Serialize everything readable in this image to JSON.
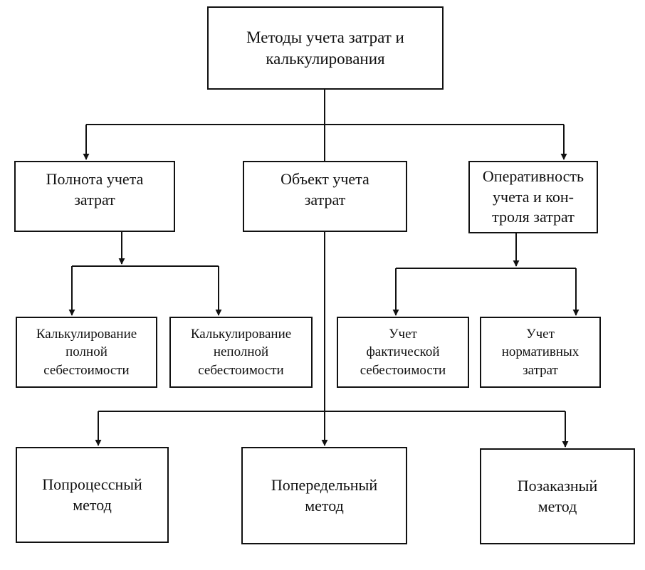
{
  "root": {
    "line1": "Методы учета затрат и",
    "line2": "калькулирования"
  },
  "criteria": {
    "completeness": {
      "line1": "Полнота учета",
      "line2": "затрат"
    },
    "object": {
      "line1": "Объект учета",
      "line2": "затрат"
    },
    "efficiency": {
      "line1": "Оперативность",
      "line2": "учета и кон-",
      "line3": "троля затрат"
    }
  },
  "completeness_children": {
    "full": {
      "line1": "Калькулирование",
      "line2": "полной",
      "line3": "себестоимости"
    },
    "partial": {
      "line1": "Калькулирование",
      "line2": "неполной",
      "line3": "себестоимости"
    }
  },
  "efficiency_children": {
    "actual": {
      "line1": "Учет",
      "line2": "фактической",
      "line3": "себестоимости"
    },
    "normative": {
      "line1": "Учет",
      "line2": "нормативных",
      "line3": "затрат"
    }
  },
  "object_children": {
    "process": {
      "line1": "Попроцессный",
      "line2": "метод"
    },
    "stage": {
      "line1": "Попередельный",
      "line2": "метод"
    },
    "order": {
      "line1": "Позаказный",
      "line2": "метод"
    }
  }
}
